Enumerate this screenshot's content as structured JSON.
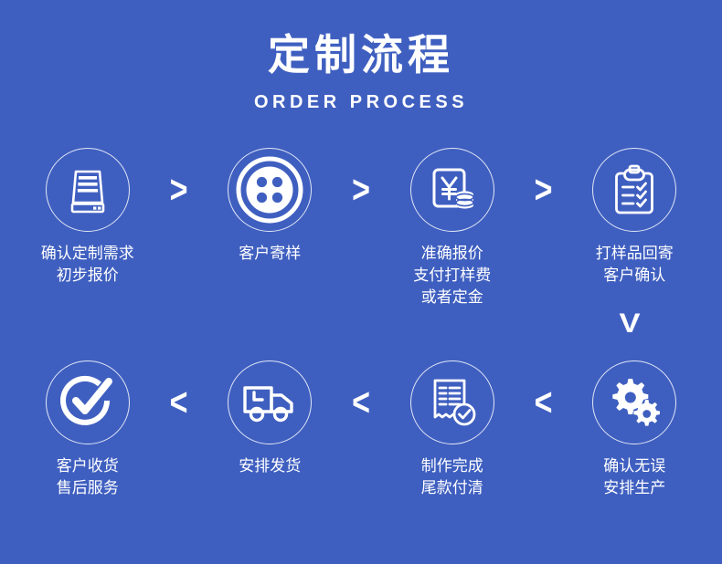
{
  "header": {
    "title_cn": "定制流程",
    "title_en": "ORDER PROCESS"
  },
  "theme": {
    "background": "#3f5fc0",
    "foreground": "#ffffff"
  },
  "separators": {
    "forward": ">",
    "backward": "<",
    "down": "V"
  },
  "flow": {
    "row1": [
      {
        "icon": "document-lines-icon",
        "label": "确认定制需求\n初步报价"
      },
      {
        "icon": "sewing-button-icon",
        "label": "客户寄样"
      },
      {
        "icon": "yuan-quote-coins-icon",
        "label": "准确报价\n支付打样费\n或者定金"
      },
      {
        "icon": "clipboard-checklist-icon",
        "label": "打样品回寄\n客户确认"
      }
    ],
    "row2": [
      {
        "icon": "check-circle-icon",
        "label": "客户收货\n售后服务"
      },
      {
        "icon": "delivery-truck-icon",
        "label": "安排发货"
      },
      {
        "icon": "invoice-paid-icon",
        "label": "制作完成\n尾款付清"
      },
      {
        "icon": "gears-icon",
        "label": "确认无误\n安排生产"
      }
    ]
  }
}
